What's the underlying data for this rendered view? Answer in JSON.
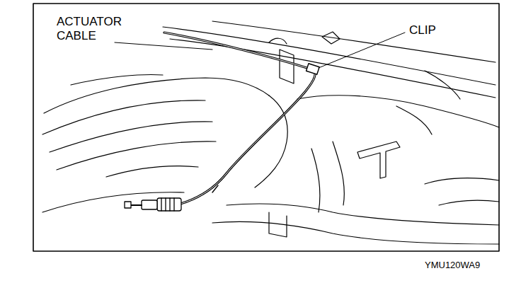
{
  "diagram": {
    "labels": [
      "ACTUATOR CABLE",
      "CLIP",
      "YMU120WA9"
    ]
  }
}
